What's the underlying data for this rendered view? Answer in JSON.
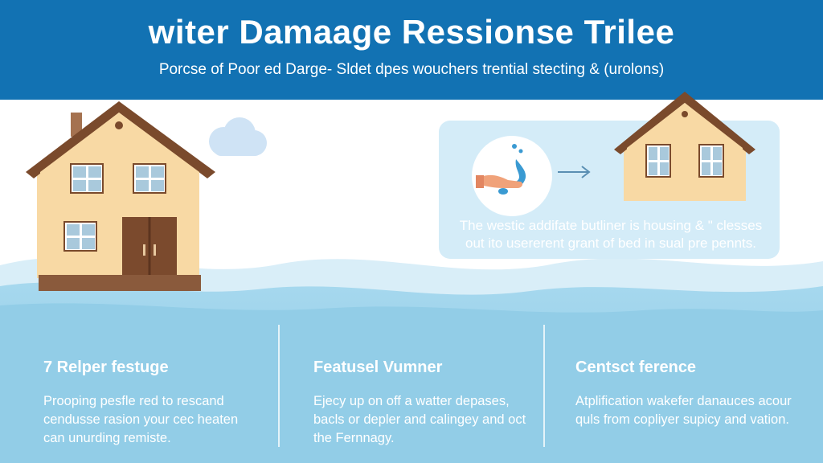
{
  "header": {
    "title": "witer Damaage Ressionse Trilee",
    "subtitle": "Porcse of Poor ed Darge- Sldet dpes wouchers trential stecting & (urolons)"
  },
  "card": {
    "text": "The westic addifate butliner is housing & \" clesses out ito userer­ent grant of bed in sual pre pennts."
  },
  "columns": [
    {
      "title": "7 Relper festuge",
      "body": "Prooping pesfle red to rescand cendusse rasion your cec heaten can unurding remiste."
    },
    {
      "title": "Featusel Vumner",
      "body": "Ejecy up on off a watter depases, bacls or depler and calingey and oct the Fernnagy."
    },
    {
      "title": "Centsct ference",
      "body": "Atplification wakefer danauces acour quls from copliyer supicy and vation."
    }
  ],
  "colors": {
    "header": "#1272b3",
    "water": "#8fcbe6",
    "water_deep": "#6fb7dc",
    "house_wall": "#f8d9a4",
    "roof": "#7a4a2c",
    "door": "#7b4a2d",
    "card": "#d4ecf8"
  },
  "icons": [
    "house-icon",
    "cloud-icon",
    "water-hand-icon",
    "arrow-right-icon"
  ]
}
